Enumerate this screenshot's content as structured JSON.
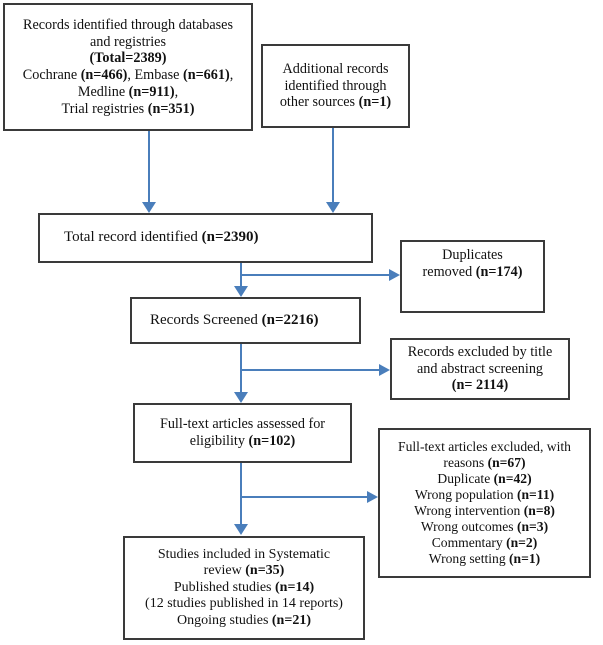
{
  "diagram": {
    "title": "PRISMA study selection flow diagram",
    "accent_color": "#4a7ebb",
    "box_border_color": "#3a3a3a",
    "boxes": {
      "identification": {
        "name": "records-identified-databases",
        "lines": [
          "Records identified through databases",
          "and registries",
          "(Total=2389)",
          "Cochrane (n=466), Embase (n=661),",
          "Medline (n=911),",
          "Trial registries (n=351)"
        ]
      },
      "additional": {
        "name": "additional-records-other-sources",
        "lines": [
          "Additional records",
          "identified through",
          "other sources (n=1)"
        ]
      },
      "total": {
        "name": "total-record-identified",
        "lines": [
          "Total record identified  (n=2390)"
        ]
      },
      "duplicates": {
        "name": "duplicates-removed",
        "lines": [
          "Duplicates",
          "removed (n=174)"
        ]
      },
      "screened": {
        "name": "records-screened",
        "lines": [
          "Records Screened (n=2216)"
        ]
      },
      "excluded_title_abstract": {
        "name": "records-excluded-title-abstract",
        "lines": [
          "Records excluded by title",
          "and abstract screening",
          "(n= 2114)"
        ]
      },
      "fulltext": {
        "name": "fulltext-articles-assessed",
        "lines": [
          "Full-text articles assessed for",
          "eligibility (n=102)"
        ]
      },
      "excluded_reasons": {
        "name": "fulltext-articles-excluded-reasons",
        "lines": [
          "Full-text articles excluded, with",
          "reasons (n=67)",
          "Duplicate (n=42)",
          "Wrong population (n=11)",
          "Wrong intervention (n=8)",
          "Wrong outcomes (n=3)",
          "Commentary (n=2)",
          "Wrong setting (n=1)"
        ]
      },
      "included": {
        "name": "studies-included-systematic-review",
        "lines": [
          "Studies included in Systematic",
          "review (n=35)",
          "Published studies (n=14)",
          "(12 studies published in 14 reports)",
          "Ongoing studies (n=21)"
        ]
      }
    }
  },
  "chart_data": {
    "type": "diagram",
    "title": "PRISMA flow diagram of study selection",
    "nodes": [
      {
        "id": "identification",
        "label": "Records identified through databases and registries",
        "total": 2389,
        "sources": [
          {
            "name": "Cochrane",
            "n": 466
          },
          {
            "name": "Embase",
            "n": 661
          },
          {
            "name": "Medline",
            "n": 911
          },
          {
            "name": "Trial registries",
            "n": 351
          }
        ]
      },
      {
        "id": "additional",
        "label": "Additional records identified through other sources",
        "n": 1
      },
      {
        "id": "total",
        "label": "Total record identified",
        "n": 2390
      },
      {
        "id": "duplicates",
        "label": "Duplicates removed",
        "n": 174
      },
      {
        "id": "screened",
        "label": "Records Screened",
        "n": 2216
      },
      {
        "id": "excluded_title_abstract",
        "label": "Records excluded by title and abstract screening",
        "n": 2114
      },
      {
        "id": "fulltext",
        "label": "Full-text articles assessed for eligibility",
        "n": 102
      },
      {
        "id": "excluded_reasons",
        "label": "Full-text articles excluded, with reasons",
        "n": 67,
        "reasons": [
          {
            "name": "Duplicate",
            "n": 42
          },
          {
            "name": "Wrong population",
            "n": 11
          },
          {
            "name": "Wrong intervention",
            "n": 8
          },
          {
            "name": "Wrong outcomes",
            "n": 3
          },
          {
            "name": "Commentary",
            "n": 2
          },
          {
            "name": "Wrong setting",
            "n": 1
          }
        ]
      },
      {
        "id": "included",
        "label": "Studies included in Systematic review",
        "n": 35,
        "published_studies": 14,
        "published_note": "12 studies published in 14 reports",
        "ongoing_studies": 21
      }
    ],
    "edges": [
      {
        "from": "identification",
        "to": "total"
      },
      {
        "from": "additional",
        "to": "total"
      },
      {
        "from": "total",
        "to": "screened"
      },
      {
        "from": "total",
        "to": "duplicates"
      },
      {
        "from": "screened",
        "to": "fulltext"
      },
      {
        "from": "screened",
        "to": "excluded_title_abstract"
      },
      {
        "from": "fulltext",
        "to": "included"
      },
      {
        "from": "fulltext",
        "to": "excluded_reasons"
      }
    ]
  }
}
